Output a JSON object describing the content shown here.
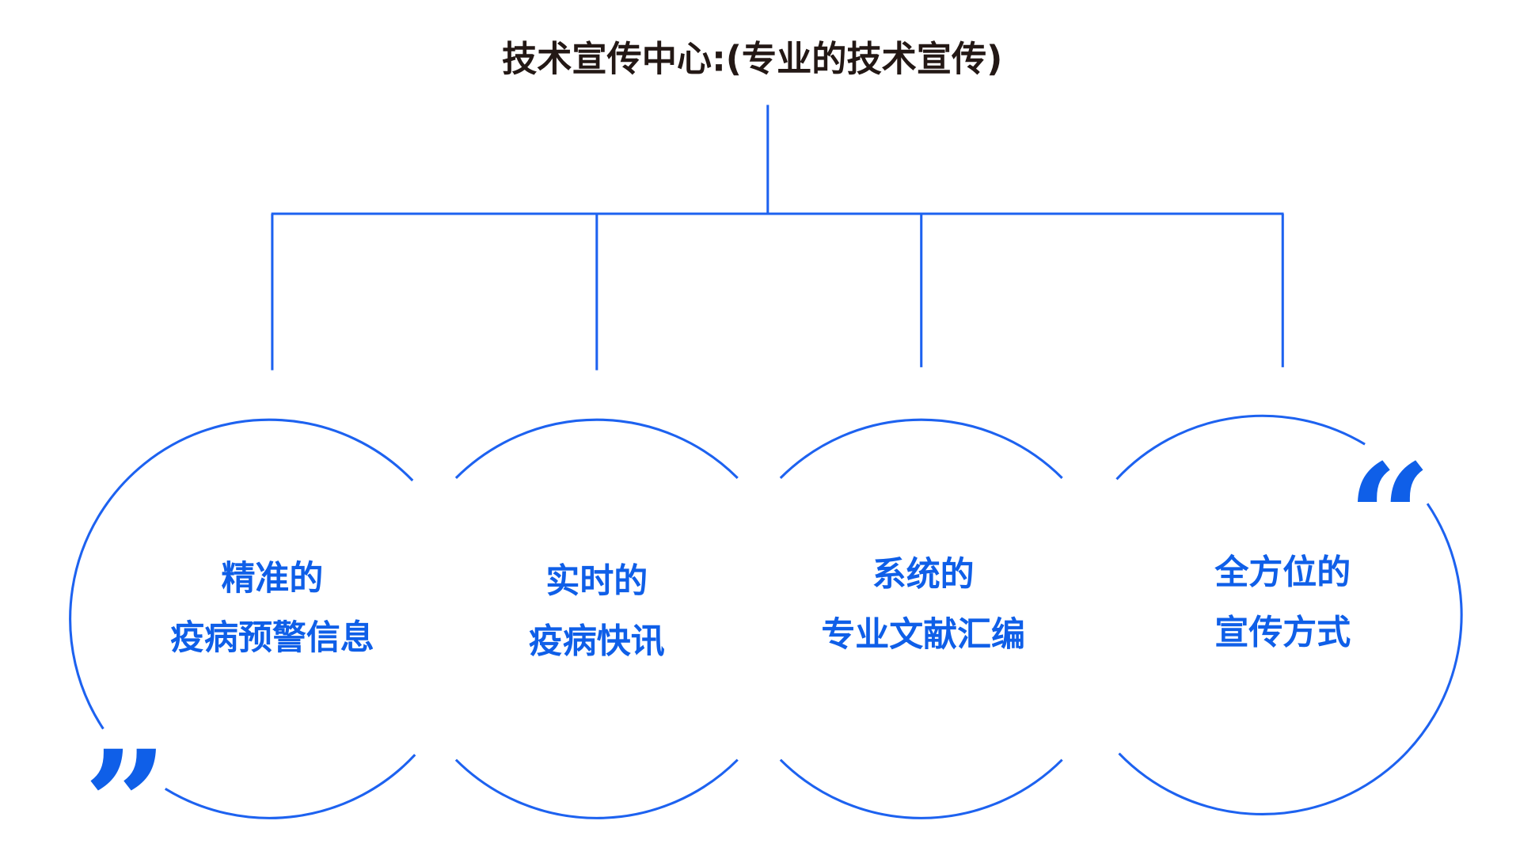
{
  "title": "技术宣传中心:(专业的技术宣传)",
  "colors": {
    "accent": "#1d62f0",
    "label": "#0f5fe8",
    "title": "#231815"
  },
  "nodes": [
    {
      "line1": "精准的",
      "line2": "疫病预警信息"
    },
    {
      "line1": "实时的",
      "line2": "疫病快讯"
    },
    {
      "line1": "系统的",
      "line2": "专业文献汇编"
    },
    {
      "line1": "全方位的",
      "line2": "宣传方式"
    }
  ],
  "quotes": {
    "open": "“",
    "close": "”"
  }
}
